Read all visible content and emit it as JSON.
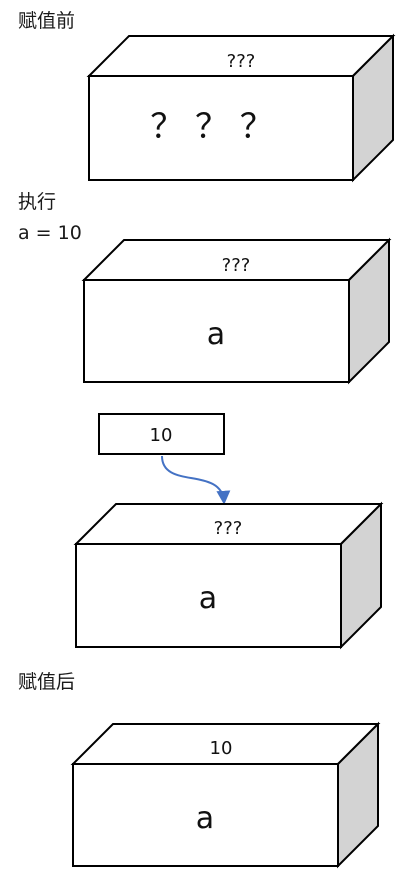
{
  "labels": {
    "before": "赋值前",
    "execute_line1": "执行",
    "execute_line2": "a = 10",
    "after": "赋值后"
  },
  "boxes": {
    "before": {
      "top": "???",
      "front": "？ ？ ？"
    },
    "execute": {
      "top": "???",
      "front": "a"
    },
    "assigning": {
      "top": "???",
      "front": "a"
    },
    "after": {
      "top": "10",
      "front": "a"
    }
  },
  "value_box": {
    "text": "10"
  },
  "colors": {
    "arrow": "#4472c4",
    "box_side": "#d3d3d3",
    "stroke": "#000000"
  }
}
